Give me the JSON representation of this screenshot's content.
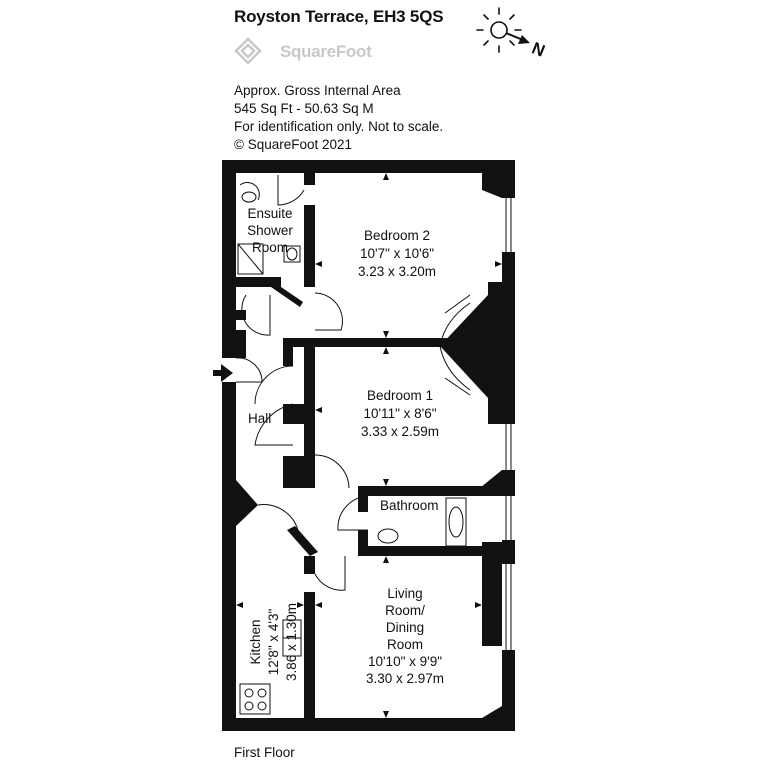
{
  "header": {
    "title": "Royston Terrace, EH3 5QS",
    "brand": "SquareFoot",
    "compass_letter": "N"
  },
  "info": {
    "line1": "Approx. Gross Internal Area",
    "line2": "545 Sq Ft  -  50.63 Sq M",
    "line3": "For identification only. Not to scale.",
    "line4": "© SquareFoot 2021"
  },
  "rooms": {
    "ensuite": {
      "l1": "Ensuite",
      "l2": "Shower",
      "l3": "Room"
    },
    "bedroom2": {
      "name": "Bedroom 2",
      "imperial": "10'7\" x 10'6\"",
      "metric": "3.23 x 3.20m"
    },
    "bedroom1": {
      "name": "Bedroom 1",
      "imperial": "10'11\" x 8'6\"",
      "metric": "3.33 x 2.59m"
    },
    "hall": {
      "name": "Hall"
    },
    "bathroom": {
      "name": "Bathroom"
    },
    "kitchen": {
      "name": "Kitchen",
      "imperial": "12'8\" x 4'3\"",
      "metric": "3.86 x 1.30m"
    },
    "living": {
      "l1": "Living",
      "l2": "Room/",
      "l3": "Dining",
      "l4": "Room",
      "imperial": "10'10\" x 9'9\"",
      "metric": "3.30 x 2.97m"
    }
  },
  "footer": {
    "floor": "First Floor"
  },
  "colors": {
    "wall": "#111111",
    "brand": "#c8c8c8"
  }
}
